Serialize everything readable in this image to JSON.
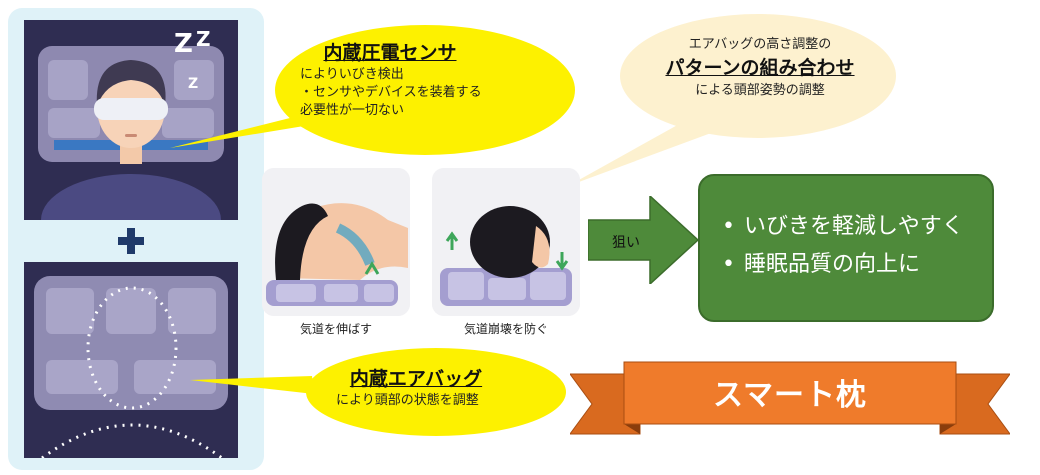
{
  "callouts": {
    "sensor": {
      "title": "内蔵圧電センサ",
      "lines": [
        "によりいびき検出",
        "・センサやデバイスを装着する",
        "必要性が一切ない"
      ]
    },
    "pattern": {
      "line1": "エアバッグの高さ調整の",
      "title": "パターンの組み合わせ",
      "line3": "による頭部姿勢の調整"
    },
    "airbag": {
      "title": "内蔵エアバッグ",
      "line": "により頭部の状態を調整"
    }
  },
  "images": {
    "top": {
      "sleep_symbol": "Z"
    },
    "bottom": {}
  },
  "cards": [
    {
      "caption": "気道を伸ばす"
    },
    {
      "caption": "気道崩壊を防ぐ"
    }
  ],
  "arrow": {
    "label": "狙い"
  },
  "goals": [
    {
      "bullet": "•",
      "text": "いびきを軽減しやすく"
    },
    {
      "bullet": "•",
      "text": "睡眠品質の向上に"
    }
  ],
  "banner": {
    "text": "スマート枕"
  },
  "colors": {
    "callout_yellow": "#fdf100",
    "callout_cream": "#fdf1cf",
    "goal_green": "#4e8a3a",
    "banner_orange": "#ef7b2b",
    "panel_blue": "#dff2f8",
    "image_bg": "#2f2d52",
    "plus_navy": "#1f3a6a"
  }
}
